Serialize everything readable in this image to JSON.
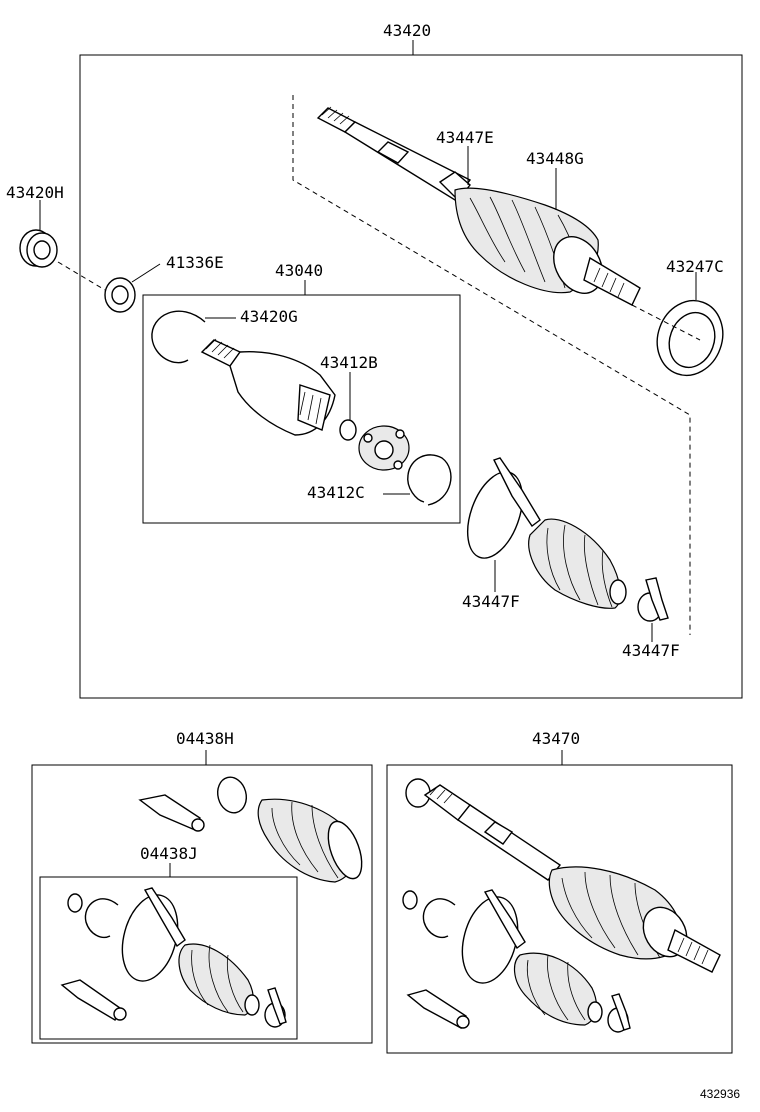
{
  "labels": {
    "assy_main": "43420",
    "nut_43420H": "43420H",
    "washer_41336E": "41336E",
    "inboard_joint_43040": "43040",
    "snap_ring_43420G": "43420G",
    "ring_43412B": "43412B",
    "ring_43412C": "43412C",
    "boot_clamp_43447E": "43447E",
    "boot_43448G": "43448G",
    "seal_43247C": "43247C",
    "clamp_43447F_a": "43447F",
    "clamp_43447F_b": "43447F",
    "kit_04438H": "04438H",
    "kit_04438J": "04438J",
    "shaft_43470": "43470"
  },
  "figure_number": "432936"
}
